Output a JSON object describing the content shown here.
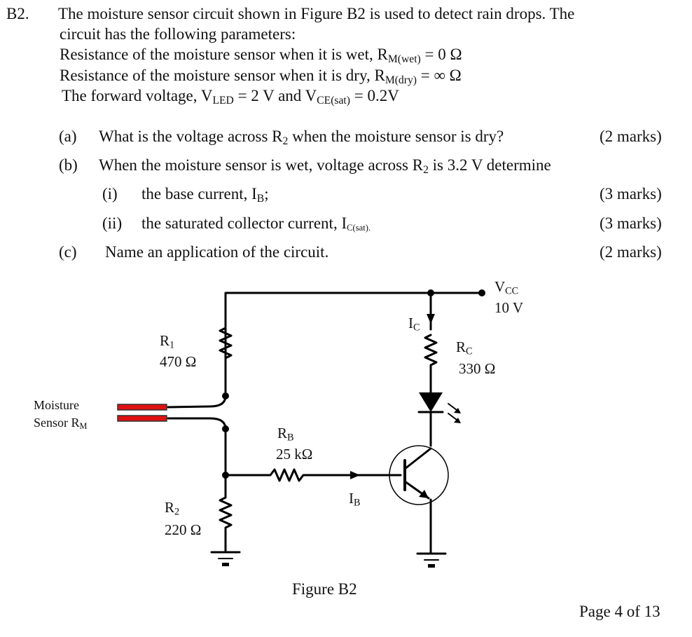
{
  "question": {
    "number": "B2.",
    "intro_line1": "The moisture sensor circuit shown in Figure B2 is used to detect rain drops. The",
    "intro_line2": "circuit has the following parameters:",
    "param1_text": "Resistance of the moisture sensor when it is wet, R",
    "param1_sub": "M(wet)",
    "param1_value": " = 0 Ω",
    "param2_text": "Resistance of the moisture sensor when it is dry, R",
    "param2_sub": "M(dry)",
    "param2_value": " = ∞ Ω",
    "param3_text": "The forward voltage, V",
    "param3_sub1": "LED",
    "param3_mid": " = 2 V and V",
    "param3_sub2": "CE(sat)",
    "param3_value": " = 0.2V"
  },
  "parts": {
    "a": {
      "label": "(a)",
      "text_pre": "What is the voltage across R",
      "sub": "2",
      "text_post": " when the moisture sensor is dry?",
      "marks": "(2 marks)"
    },
    "b": {
      "label": "(b)",
      "text_pre": "When the moisture sensor is wet, voltage across R",
      "sub": "2",
      "text_post": " is 3.2 V determine"
    },
    "b_i": {
      "label": "(i)",
      "text_pre": "the base current, I",
      "sub": "B",
      "text_post": ";",
      "marks": "(3 marks)"
    },
    "b_ii": {
      "label": "(ii)",
      "text_pre": "the saturated collector current, I",
      "sub": "C(sat).",
      "marks": "(3 marks)"
    },
    "c": {
      "label": "(c)",
      "text": "Name an application of the circuit.",
      "marks": "(2 marks)"
    }
  },
  "figure": {
    "caption": "Figure B2",
    "vcc_label": "V",
    "vcc_sub": "CC",
    "vcc_value": "10 V",
    "ic_label": "I",
    "ic_sub": "C",
    "r1_label": "R",
    "r1_sub": "1",
    "r1_value": "470 Ω",
    "rc_label": "R",
    "rc_sub": "C",
    "rc_value": "330 Ω",
    "sensor_label1": "Moisture",
    "sensor_label2": "Sensor  R",
    "sensor_sub": "M",
    "rb_label": "R",
    "rb_sub": "B",
    "rb_value": "25 kΩ",
    "ib_label": "I",
    "ib_sub": "B",
    "r2_label": "R",
    "r2_sub": "2",
    "r2_value": "220 Ω",
    "sensor_color": "#e01010"
  },
  "footer": {
    "page": "Page 4 of 13"
  }
}
